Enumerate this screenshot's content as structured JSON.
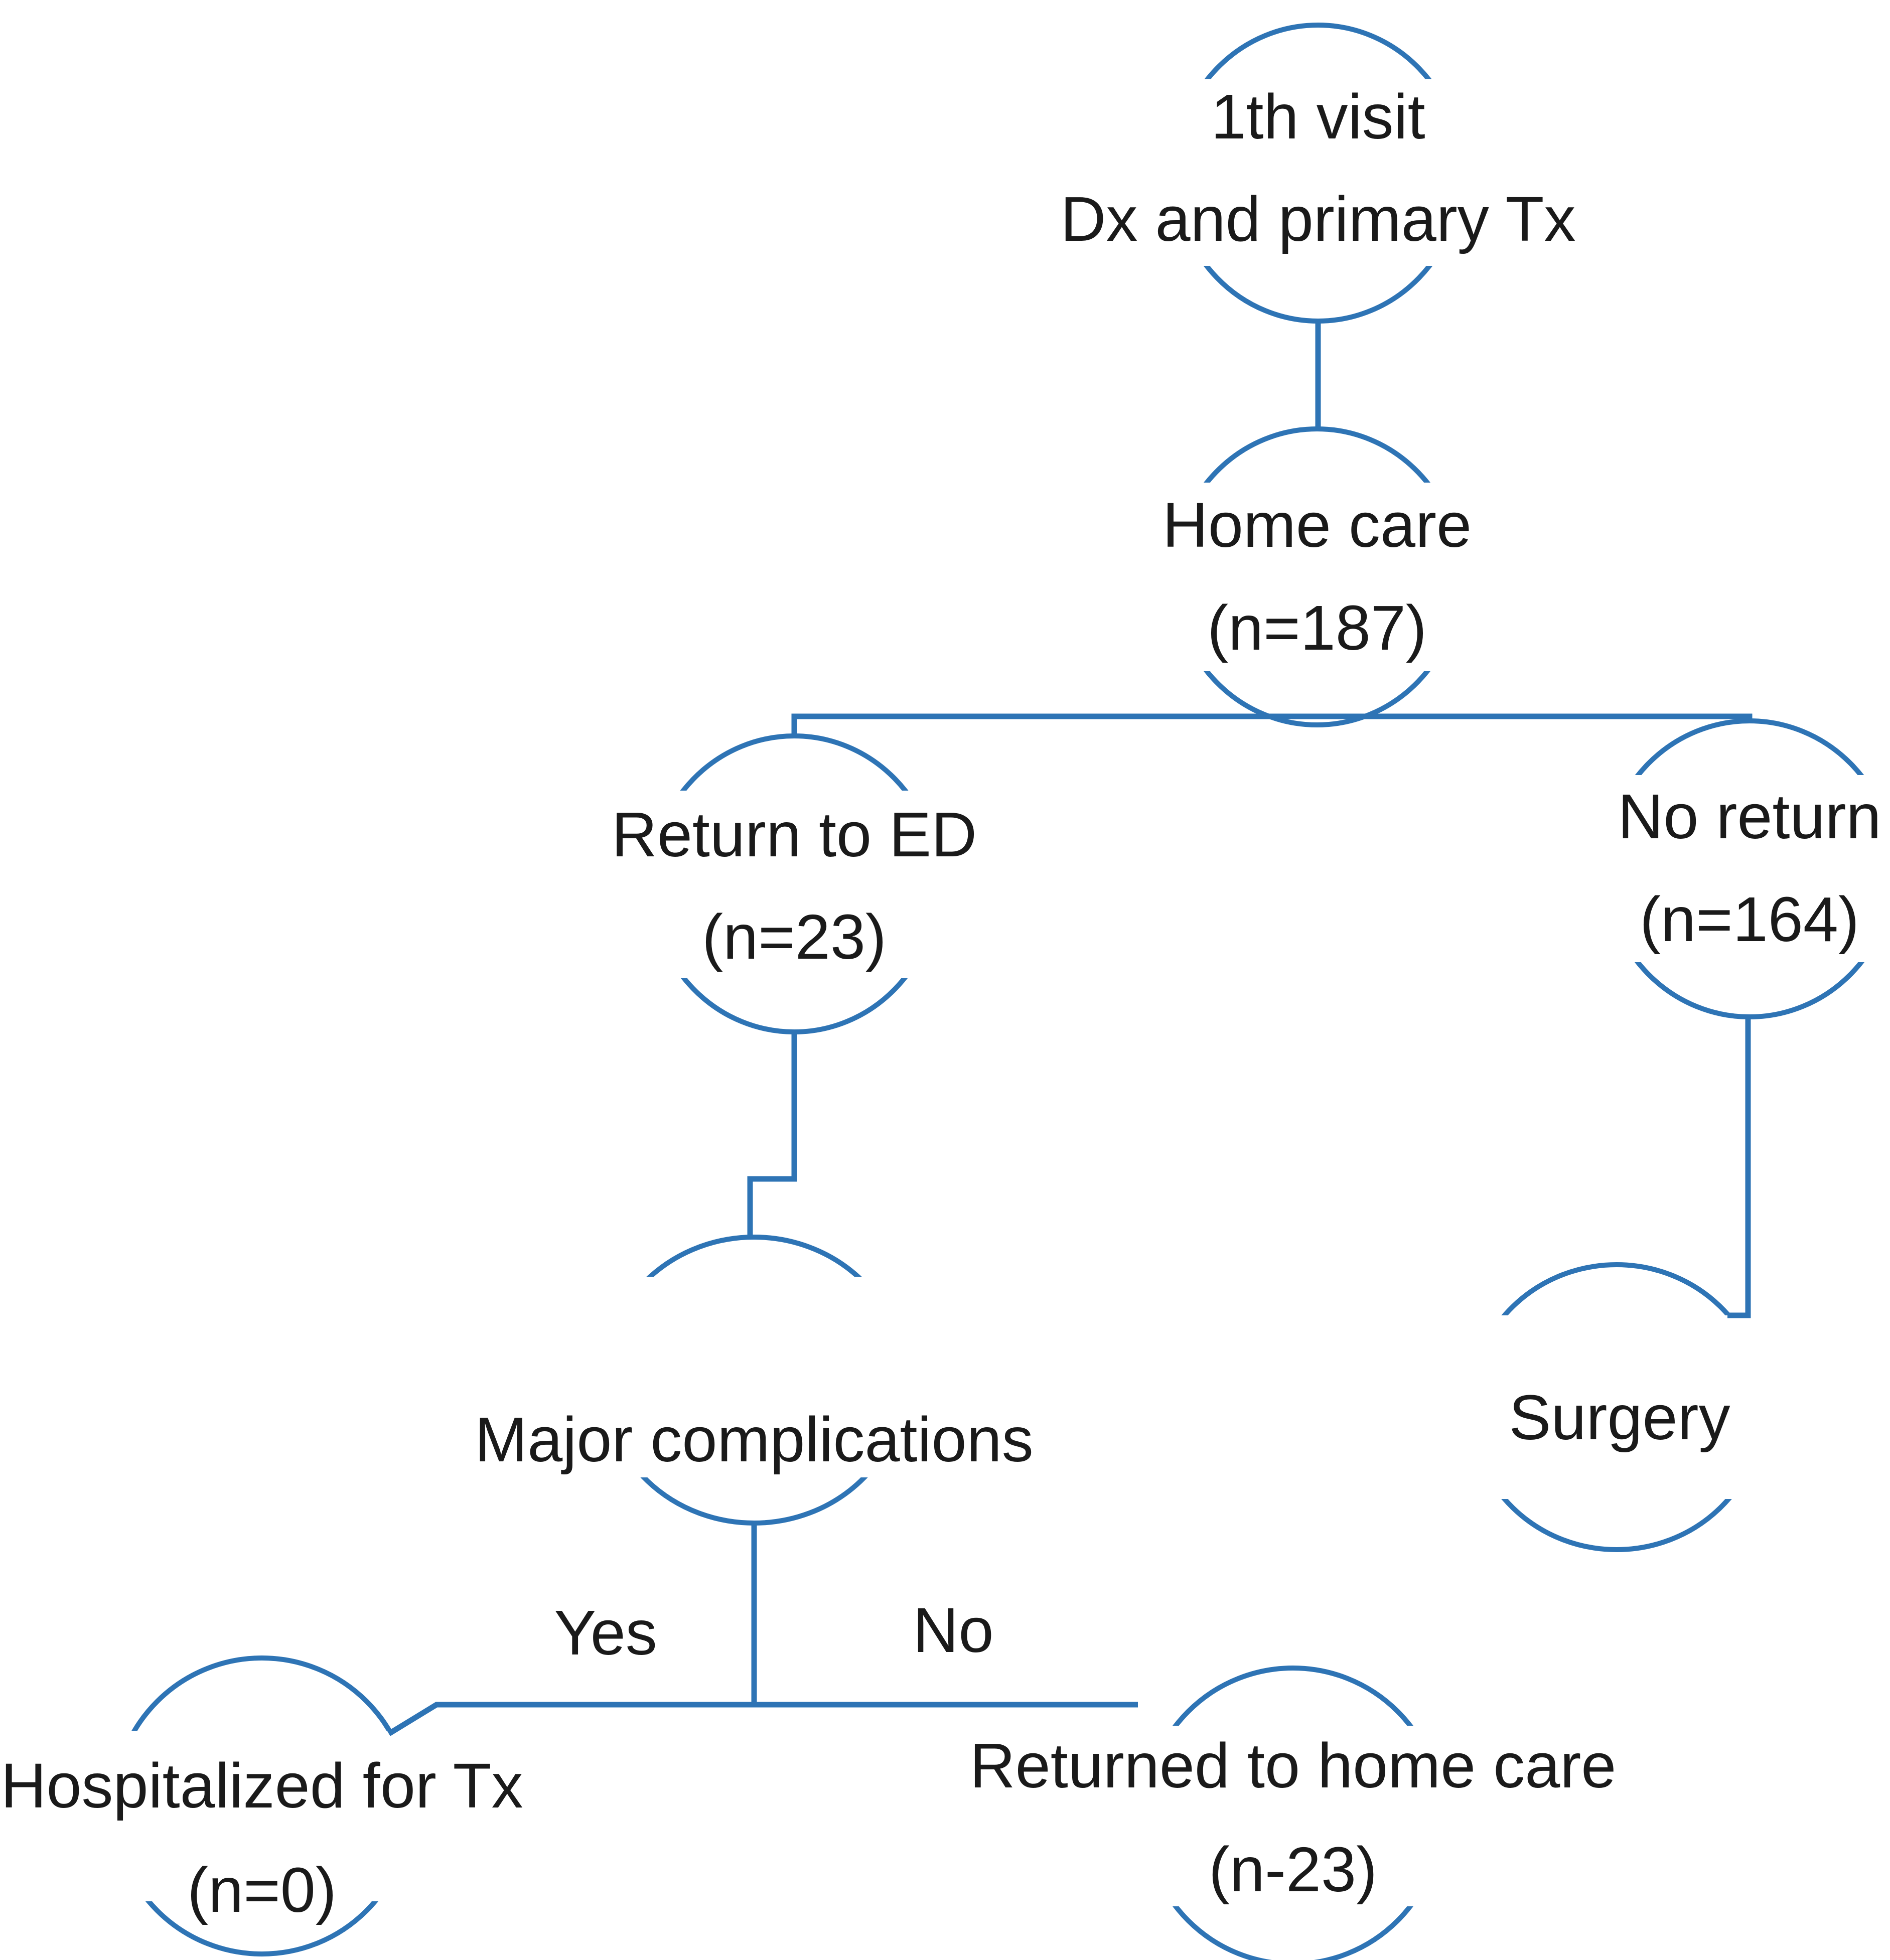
{
  "diagram": {
    "background_color": "#ffffff",
    "line_color": "#2e74b5",
    "text_color": "#1a1a1a",
    "nodes": [
      {
        "id": "first-visit",
        "lines": [
          "1th visit",
          "Dx and primary Tx"
        ]
      },
      {
        "id": "home-care",
        "lines": [
          "Home care",
          "(n=187)"
        ]
      },
      {
        "id": "return-to-ed",
        "lines": [
          "Return to ED",
          "(n=23)"
        ]
      },
      {
        "id": "no-return",
        "lines": [
          "No return",
          "(n=164)"
        ]
      },
      {
        "id": "major-complications",
        "lines": [
          "Major complications"
        ]
      },
      {
        "id": "surgery",
        "lines": [
          "Surgery"
        ]
      },
      {
        "id": "hospitalized-for-tx",
        "lines": [
          "Hospitalized for Tx",
          "(n=0)"
        ]
      },
      {
        "id": "returned-to-home-care",
        "lines": [
          "Returned to home care",
          "(n-23)"
        ]
      }
    ],
    "branch_labels": {
      "yes": "Yes",
      "no": "No"
    }
  }
}
